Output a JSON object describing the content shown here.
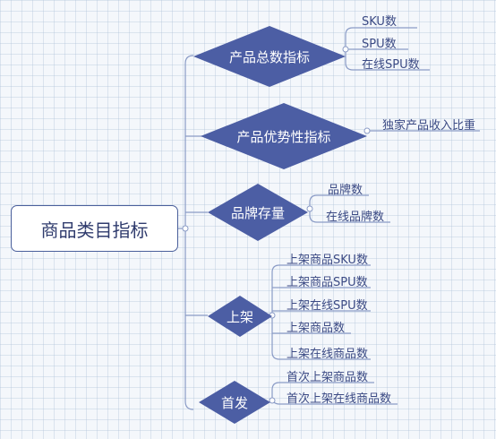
{
  "root": {
    "label": "商品类目指标"
  },
  "branches": [
    {
      "label": "产品总数指标",
      "leaves": [
        "SKU数",
        "SPU数",
        "在线SPU数"
      ]
    },
    {
      "label": "产品优势性指标",
      "leaves": [
        "独家产品收入比重"
      ]
    },
    {
      "label": "品牌存量",
      "leaves": [
        "品牌数",
        "在线品牌数"
      ]
    },
    {
      "label": "上架",
      "leaves": [
        "上架商品SKU数",
        "上架商品SPU数",
        "上架在线SPU数",
        "上架商品数",
        "上架在线商品数"
      ]
    },
    {
      "label": "首发",
      "leaves": [
        "首次上架商品数",
        "首次上架在线商品数"
      ]
    }
  ],
  "colors": {
    "node_fill": "#4c5ea4",
    "line": "#8a9bc6",
    "text": "#3b4a84"
  }
}
